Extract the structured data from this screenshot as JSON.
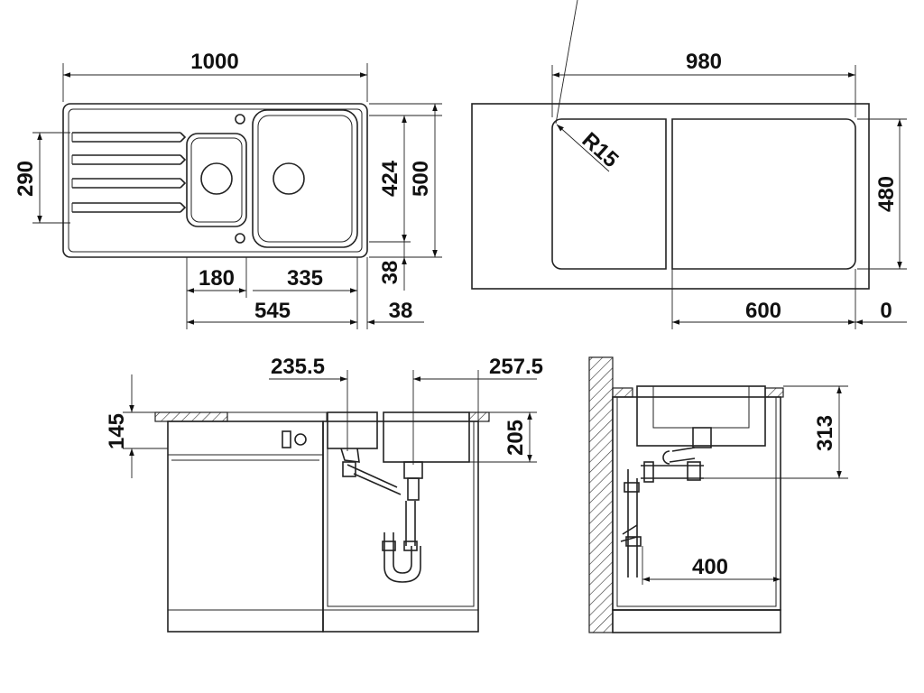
{
  "dimensions": {
    "top_view": {
      "overall_width": "1000",
      "drainer_depth": "290",
      "bowl_depth_424": "424",
      "overall_depth": "500",
      "small_bowl_width": "180",
      "large_bowl_width": "335",
      "bowls_total": "545",
      "edge_offset_bottom": "38",
      "edge_offset_right": "38"
    },
    "cutout_view": {
      "cutout_width": "980",
      "cutout_depth": "480",
      "corner_radius": "R15",
      "cabinet_width": "600",
      "cabinet_offset": "0"
    },
    "front_view": {
      "left_waste_offset": "235.5",
      "right_waste_offset": "257.5",
      "top_height": "145",
      "bowl_depth": "205"
    },
    "side_view": {
      "trap_height": "313",
      "trap_depth": "400"
    }
  }
}
